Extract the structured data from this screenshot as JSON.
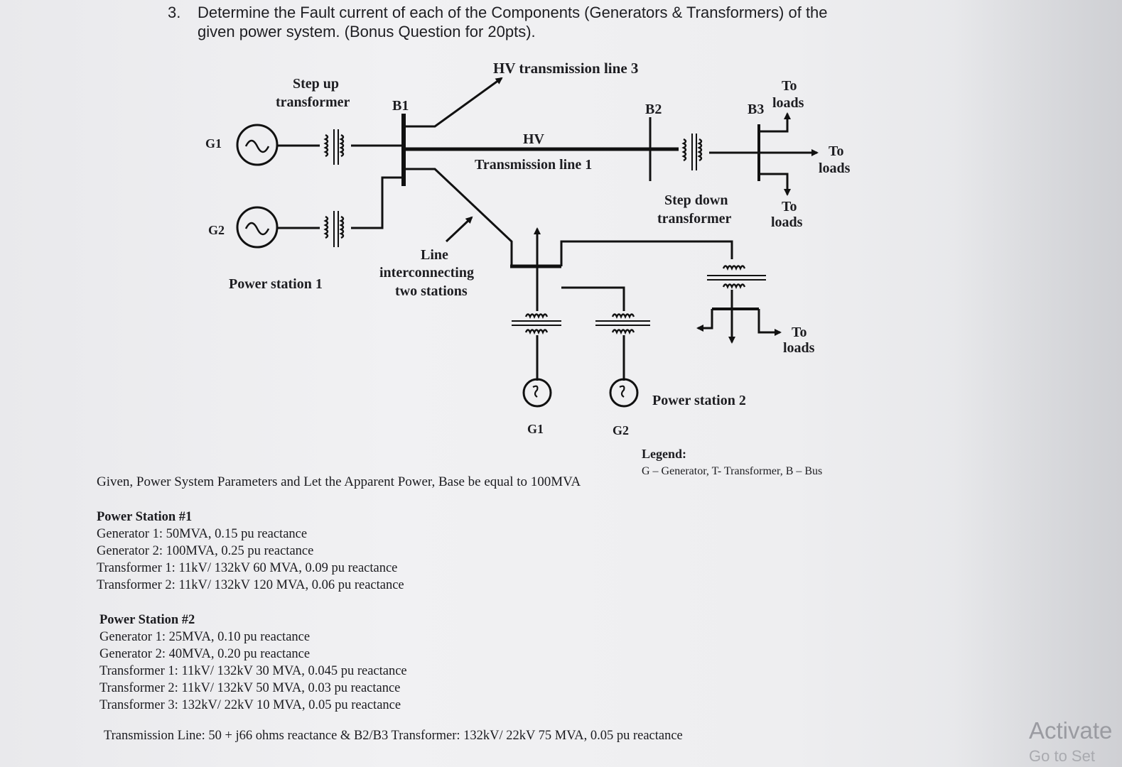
{
  "question": {
    "number": "3.",
    "line1": "Determine the Fault current of each of the Components (Generators & Transformers) of the",
    "line2": "given power system. (Bonus Question for 20pts)."
  },
  "diagram": {
    "hv_line3": "HV transmission line 3",
    "step_up_1": "Step up",
    "step_up_2": "transformer",
    "b1": "B1",
    "b2": "B2",
    "b3": "B3",
    "to_loads_top_1": "To",
    "to_loads_top_2": "loads",
    "to_loads_right_1": "To",
    "to_loads_right_2": "loads",
    "to_loads_mid_1": "To",
    "to_loads_mid_2": "loads",
    "to_loads_low_1": "To",
    "to_loads_low_2": "loads",
    "hv": "HV",
    "tline1": "Transmission line 1",
    "step_down_1": "Step down",
    "step_down_2": "transformer",
    "g1_ps1": "G1",
    "g2_ps1": "G2",
    "power_station_1": "Power station 1",
    "line_int_1": "Line",
    "line_int_2": "interconnecting",
    "line_int_3": "two stations",
    "g1_ps2": "G1",
    "g2_ps2": "G2",
    "power_station_2": "Power station 2",
    "legend_title": "Legend:",
    "legend_text": "G – Generator, T- Transformer, B – Bus"
  },
  "given": "Given, Power System Parameters and Let the Apparent Power, Base be equal to 100MVA",
  "ps1": {
    "header": "Power Station #1",
    "items": [
      "Generator 1: 50MVA, 0.15 pu reactance",
      "Generator 2: 100MVA, 0.25 pu reactance",
      "Transformer 1: 11kV/ 132kV 60 MVA, 0.09 pu reactance",
      "Transformer 2: 11kV/ 132kV 120 MVA, 0.06 pu reactance"
    ]
  },
  "ps2": {
    "header": "Power Station #2",
    "items": [
      "Generator 1: 25MVA, 0.10 pu reactance",
      "Generator 2: 40MVA, 0.20 pu reactance",
      "Transformer 1: 11kV/ 132kV 30 MVA, 0.045 pu reactance",
      "Transformer 2: 11kV/ 132kV 50 MVA, 0.03 pu reactance",
      "Transformer 3: 132kV/ 22kV 10 MVA, 0.05 pu reactance"
    ]
  },
  "transmission_line": "Transmission Line: 50 + j66 ohms reactance & B2/B3 Transformer: 132kV/ 22kV 75 MVA, 0.05 pu reactance",
  "watermark": {
    "line1": "Activate",
    "line2": "Go to Set"
  }
}
